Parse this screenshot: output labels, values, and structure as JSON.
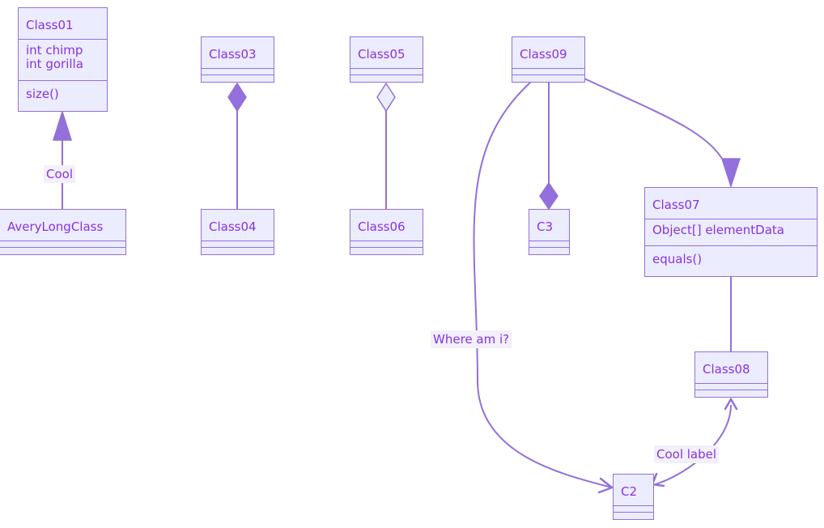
{
  "colors": {
    "line": "#9370DB",
    "fill": "#ECECFF",
    "text": "#8833DD",
    "label_bg": "#F1F0FB"
  },
  "classes": {
    "class01": {
      "name": "Class01",
      "attributes": [
        "int chimp",
        "int gorilla"
      ],
      "methods": [
        "size()"
      ]
    },
    "averylongclass": {
      "name": "AveryLongClass",
      "attributes": [],
      "methods": []
    },
    "class03": {
      "name": "Class03",
      "attributes": [],
      "methods": []
    },
    "class04": {
      "name": "Class04",
      "attributes": [],
      "methods": []
    },
    "class05": {
      "name": "Class05",
      "attributes": [],
      "methods": []
    },
    "class06": {
      "name": "Class06",
      "attributes": [],
      "methods": []
    },
    "class09": {
      "name": "Class09",
      "attributes": [],
      "methods": []
    },
    "c3": {
      "name": "C3",
      "attributes": [],
      "methods": []
    },
    "class07": {
      "name": "Class07",
      "attributes": [
        "Object[] elementData"
      ],
      "methods": [
        "equals()"
      ]
    },
    "class08": {
      "name": "Class08",
      "attributes": [],
      "methods": []
    },
    "c2": {
      "name": "C2",
      "attributes": [],
      "methods": []
    }
  },
  "relations": [
    {
      "from": "AveryLongClass",
      "to": "Class01",
      "type": "inheritance",
      "label": "Cool"
    },
    {
      "from": "Class03",
      "to": "Class04",
      "type": "composition",
      "label": ""
    },
    {
      "from": "Class05",
      "to": "Class06",
      "type": "aggregation",
      "label": ""
    },
    {
      "from": "Class09",
      "to": "C3",
      "type": "composition",
      "label": ""
    },
    {
      "from": "Class09",
      "to": "Class07",
      "type": "inheritance",
      "label": ""
    },
    {
      "from": "Class07",
      "to": "Class08",
      "type": "link",
      "label": ""
    },
    {
      "from": "Class09",
      "to": "C2",
      "type": "association",
      "label": "Where am i?"
    },
    {
      "from": "Class08",
      "to": "C2",
      "type": "bidirectional",
      "label": "Cool label"
    }
  ]
}
